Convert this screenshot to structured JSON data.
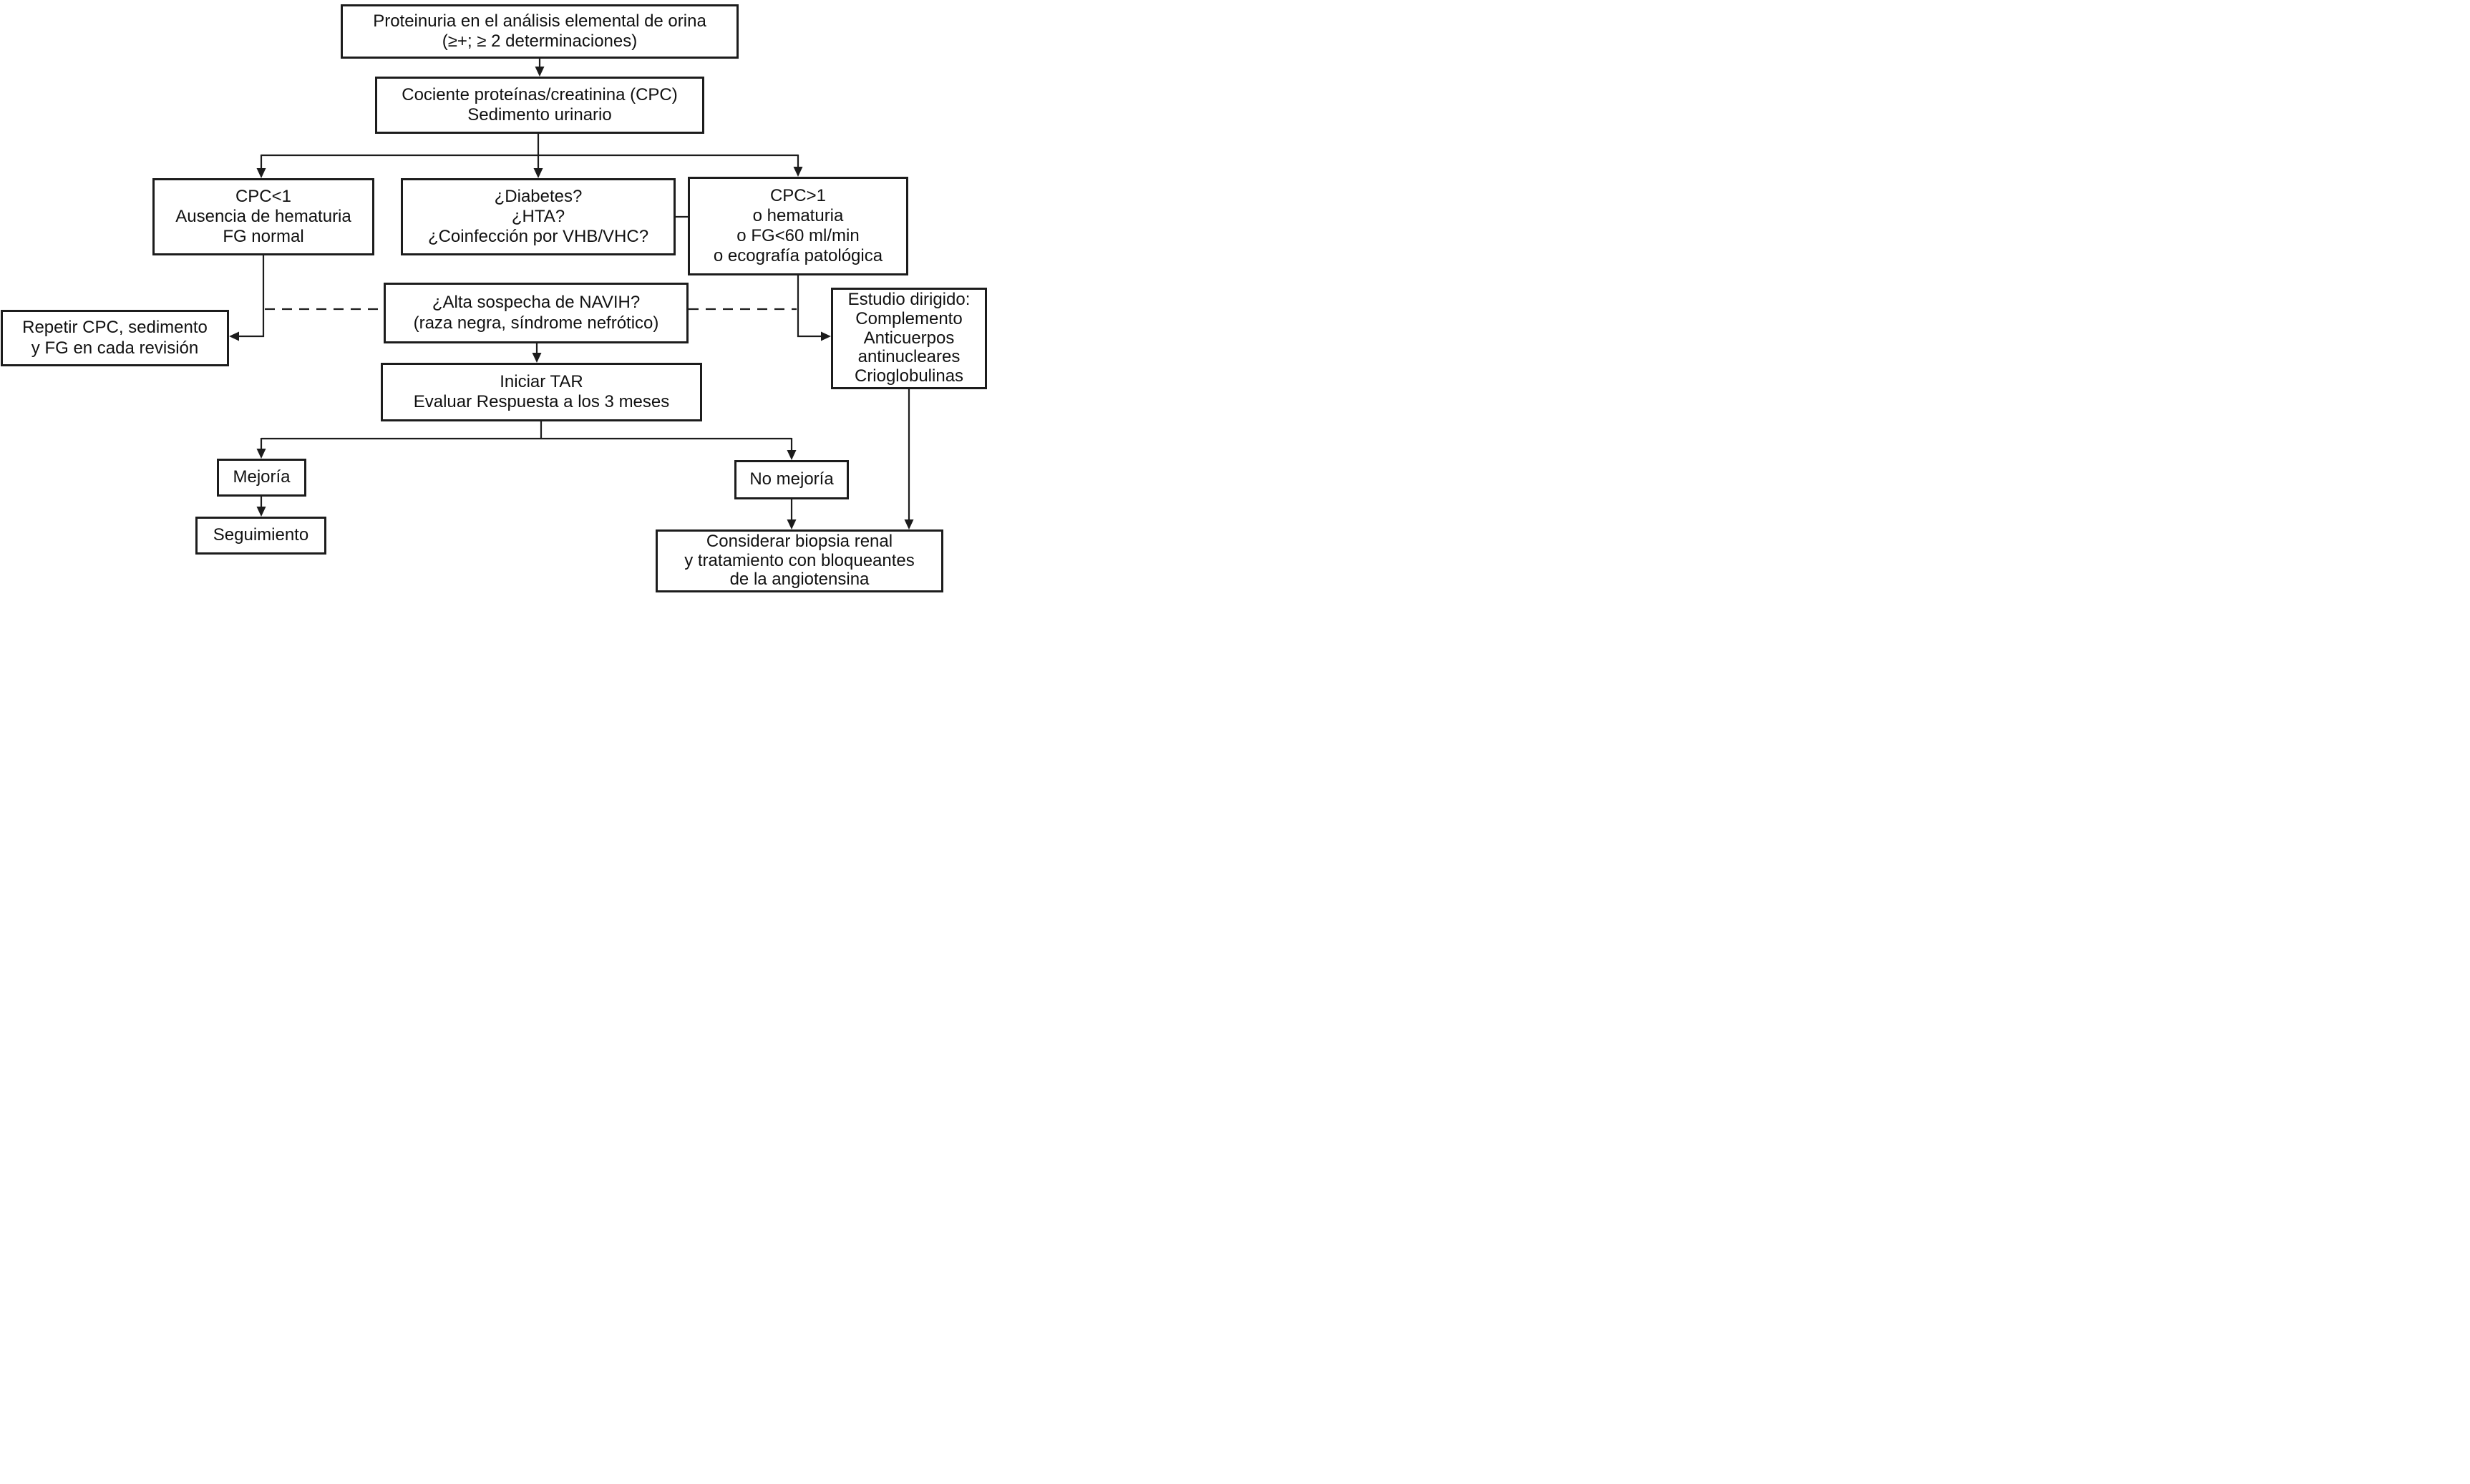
{
  "diagram": {
    "background_color": "#ffffff",
    "line_color": "#1c1c1c",
    "node_fill": "#ffffff",
    "nodes": {
      "proteinuria": {
        "lines": [
          "Proteinuria en el análisis elemental de orina",
          "(≥+; ≥ 2 determinaciones)"
        ]
      },
      "cociente": {
        "lines": [
          "Cociente proteínas/creatinina (CPC)",
          "Sedimento urinario"
        ]
      },
      "cpc_menor": {
        "lines": [
          "CPC<1",
          "Ausencia de hematuria",
          "FG normal"
        ]
      },
      "diabetes": {
        "lines": [
          "¿Diabetes?",
          "¿HTA?",
          "¿Coinfección por VHB/VHC?"
        ]
      },
      "cpc_mayor": {
        "lines": [
          "CPC>1",
          "o hematuria",
          "o FG<60 ml/min",
          "o ecografía patológica"
        ]
      },
      "navih": {
        "lines": [
          "¿Alta sospecha de NAVIH?",
          "(raza negra, síndrome nefrótico)"
        ]
      },
      "repetir": {
        "lines": [
          "Repetir CPC, sedimento",
          "y FG en cada revisión"
        ]
      },
      "estudio": {
        "lines": [
          "Estudio dirigido:",
          "Complemento",
          "Anticuerpos",
          "antinucleares",
          "Crioglobulinas"
        ]
      },
      "iniciar": {
        "lines": [
          "Iniciar TAR",
          "Evaluar Respuesta a los 3 meses"
        ]
      },
      "mejoria": {
        "lines": [
          "Mejoría"
        ]
      },
      "no_mejoria": {
        "lines": [
          "No mejoría"
        ]
      },
      "seguimiento": {
        "lines": [
          "Seguimiento"
        ]
      },
      "biopsia": {
        "lines": [
          "Considerar biopsia renal",
          "y tratamiento con bloqueantes",
          "de la angiotensina"
        ]
      }
    }
  }
}
